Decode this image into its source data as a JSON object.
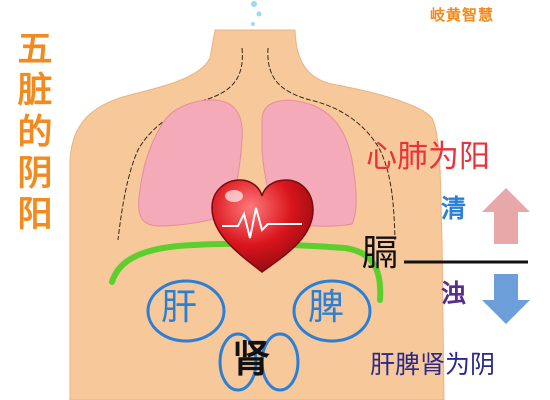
{
  "brand": {
    "text": "岐黄智慧",
    "color": "#f28a1e"
  },
  "vertical_title": {
    "text": "五脏的阴阳",
    "color": "#f28a1e"
  },
  "labels": {
    "yang": {
      "text": "心肺为阳",
      "color": "#e8333b"
    },
    "qing": {
      "text": "清",
      "color": "#2a7fd6"
    },
    "zhuo": {
      "text": "浊",
      "color": "#5b2c90"
    },
    "ge": {
      "text": "膈",
      "color": "#111111"
    },
    "gan": {
      "text": "肝",
      "color": "#2a7fd6"
    },
    "pi": {
      "text": "脾",
      "color": "#2a7fd6"
    },
    "shen": {
      "text": "肾",
      "color": "#111111"
    },
    "yin": {
      "text": "肝脾肾为阴",
      "color": "#2a2a8c"
    }
  },
  "colors": {
    "skin": "#f7c89a",
    "skin_edge": "#e9b382",
    "lungs": "#f4aab8",
    "lung_edge": "#e48ea0",
    "heart": "#d9141c",
    "heart_highlight": "#ff7a7a",
    "diaphragm": "#5ccf2e",
    "organ_ring": "#2a7fd6",
    "up_arrow": "#e8a7a8",
    "down_arrow": "#6c9fd9",
    "bubbles": "#9fd8f2"
  },
  "icons": [
    "up-arrow-icon",
    "down-arrow-icon",
    "heart-icon",
    "heartbeat-icon"
  ]
}
